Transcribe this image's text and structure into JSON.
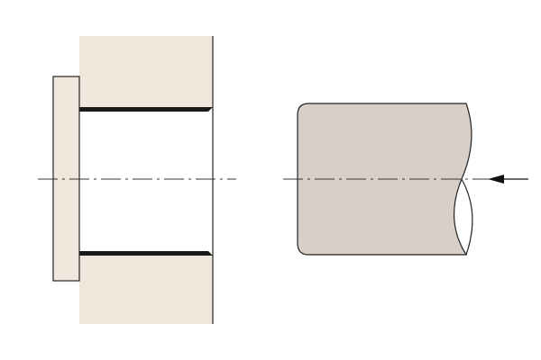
{
  "diagram": {
    "type": "engineering-cross-section",
    "components": [
      {
        "name": "housing",
        "fill": "#f0e6db"
      },
      {
        "name": "flange-plate",
        "fill": "#f0e6db"
      },
      {
        "name": "bore-edges",
        "fill": "#1a1a1a"
      },
      {
        "name": "shaft",
        "fill": "#d8d0c8"
      }
    ],
    "centerline": {
      "style": "dash-dot",
      "color": "#333333"
    },
    "arrow": {
      "direction": "left",
      "icon": "arrow-left-icon",
      "color": "#111111"
    },
    "colors": {
      "background": "#ffffff",
      "outline": "#222222"
    }
  }
}
